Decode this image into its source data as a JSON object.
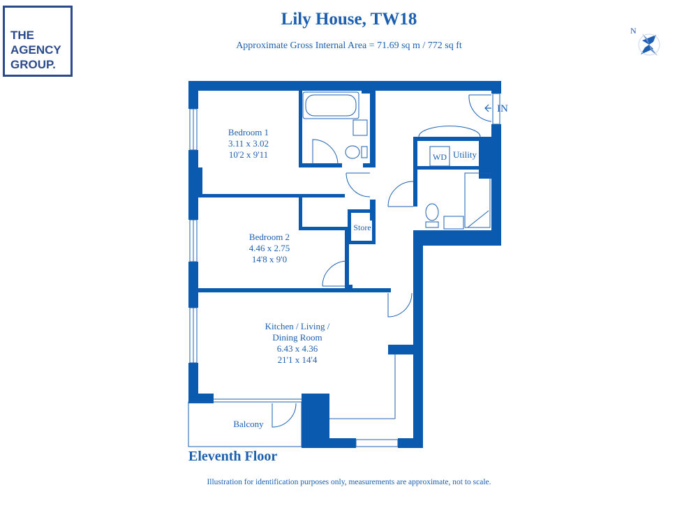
{
  "brand": {
    "line1": "THE",
    "line2": "AGENCY",
    "line3": "GROUP."
  },
  "header": {
    "title": "Lily House, TW18",
    "subtitle": "Approximate Gross Internal Area = 71.69 sq m / 772 sq ft"
  },
  "compass": {
    "label": "N"
  },
  "entrance": {
    "label": "IN"
  },
  "rooms": {
    "bedroom1": {
      "name": "Bedroom 1",
      "metric": "3.11 x 3.02",
      "imperial": "10'2 x 9'11"
    },
    "bedroom2": {
      "name": "Bedroom 2",
      "metric": "4.46 x 2.75",
      "imperial": "14'8 x 9'0"
    },
    "kitchen": {
      "name1": "Kitchen / Living /",
      "name2": "Dining Room",
      "metric": "6.43 x 4.36",
      "imperial": "21'1 x 14'4"
    },
    "balcony": {
      "name": "Balcony"
    },
    "store": {
      "name": "Store"
    },
    "utility": {
      "name": "Utility",
      "appliance": "WD"
    }
  },
  "floor_label": "Eleventh Floor",
  "footer": "Illustration for identification purposes only, measurements are approximate, not to scale.",
  "colors": {
    "wall": "#0a5bb0",
    "text": "#1c5fb0",
    "logo": "#2b4a8c",
    "fixture": "#1c5fb0"
  }
}
